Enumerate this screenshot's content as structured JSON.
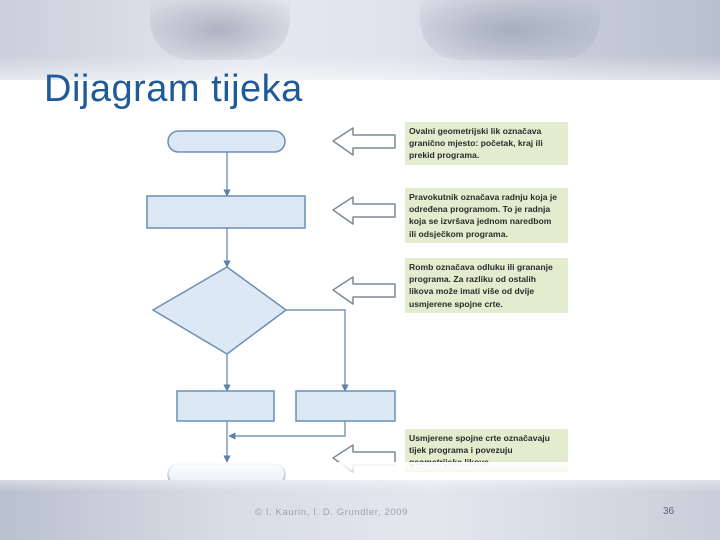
{
  "slide": {
    "title": "Dijagram tijeka",
    "footer": "© I. Kaurin, I. D. Grundler, 2009",
    "page_number": "36"
  },
  "notes": [
    {
      "id": "terminal",
      "lines": [
        "Ovalni geometrijski lik označava",
        "granično mjesto: početak, kraj ili",
        "prekid programa."
      ]
    },
    {
      "id": "process",
      "lines": [
        "Pravokutnik označava radnju koja je",
        "određena programom. To je radnja",
        "koja se izvršava jednom naredbom",
        "ili odsječkom programa."
      ]
    },
    {
      "id": "decision",
      "lines": [
        "Romb označava odluku ili grananje",
        "programa. Za razliku od ostalih",
        "likova može imati više od dvije",
        "usmjerene spojne crte."
      ]
    },
    {
      "id": "connector",
      "lines": [
        "Usmjerene spojne crte označavaju",
        "tijek programa i povezuju",
        "geometrijske likove."
      ]
    }
  ],
  "colors": {
    "title": "#1f5a9b",
    "shape_fill": "#dce9f5",
    "shape_stroke": "#6a8fb5",
    "connector": "#5a82aa",
    "note_bg": "#e3eccf"
  }
}
